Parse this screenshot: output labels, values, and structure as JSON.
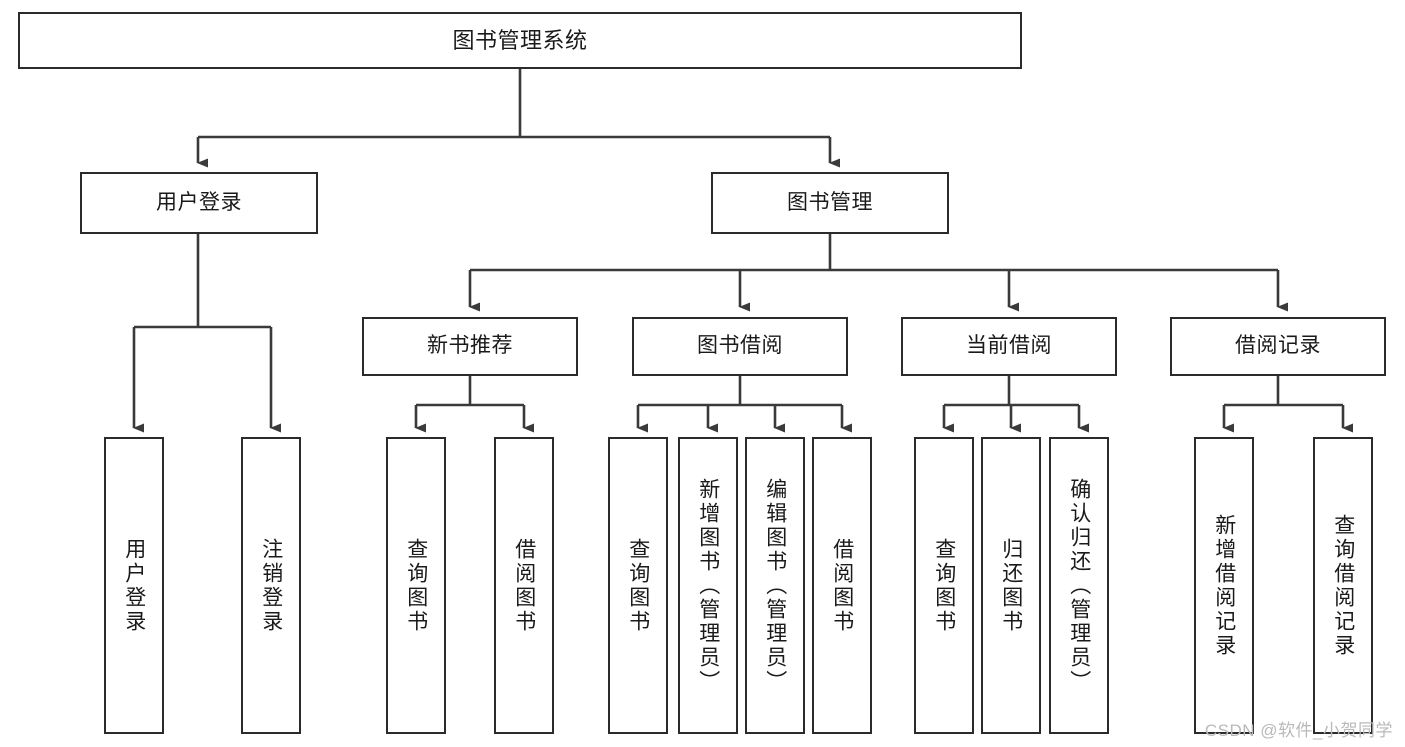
{
  "diagram": {
    "type": "tree-hierarchy",
    "title": "图书管理系统",
    "watermark": "CSDN @软件_小贺同学",
    "colors": {
      "box_border": "#2b2b2b",
      "box_fill": "#ffffff",
      "connector": "#3a3a3a",
      "text": "#1a1a1a",
      "watermark": "#b9b9b9",
      "background": "#ffffff"
    },
    "levels": {
      "root": {
        "label": "图书管理系统"
      },
      "level2": [
        {
          "label": "用户登录"
        },
        {
          "label": "图书管理"
        }
      ],
      "level3": [
        {
          "label": "新书推荐"
        },
        {
          "label": "图书借阅"
        },
        {
          "label": "当前借阅"
        },
        {
          "label": "借阅记录"
        }
      ],
      "leaves": {
        "user_login": [
          {
            "label": "用户登录"
          },
          {
            "label": "注销登录"
          }
        ],
        "new_book_recommend": [
          {
            "label": "查询图书"
          },
          {
            "label": "借阅图书"
          }
        ],
        "book_borrow": [
          {
            "label": "查询图书"
          },
          {
            "label": "新增图书（管理员）"
          },
          {
            "label": "编辑图书（管理员）"
          },
          {
            "label": "借阅图书"
          }
        ],
        "current_borrow": [
          {
            "label": "查询图书"
          },
          {
            "label": "归还图书"
          },
          {
            "label": "确认归还（管理员）"
          }
        ],
        "borrow_record": [
          {
            "label": "新增借阅记录"
          },
          {
            "label": "查询借阅记录"
          }
        ]
      }
    }
  }
}
